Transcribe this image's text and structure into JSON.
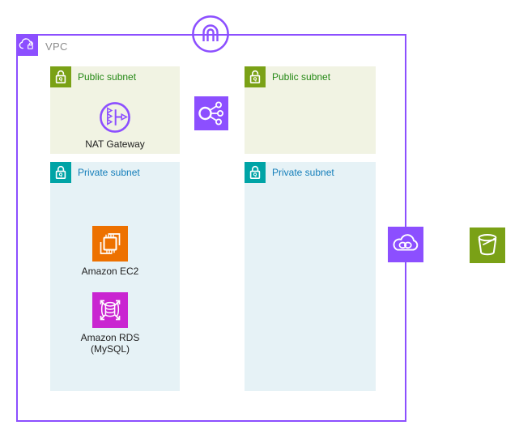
{
  "vpc": {
    "label": "VPC"
  },
  "subnets": [
    {
      "id": "public-left",
      "type": "public",
      "label": "Public subnet"
    },
    {
      "id": "public-right",
      "type": "public",
      "label": "Public subnet"
    },
    {
      "id": "private-left",
      "type": "private",
      "label": "Private subnet"
    },
    {
      "id": "private-right",
      "type": "private",
      "label": "Private subnet"
    }
  ],
  "nodes": {
    "nat_gateway": {
      "label": "NAT Gateway",
      "icon": "nat-gateway-icon"
    },
    "ec2": {
      "label": "Amazon EC2",
      "icon": "ec2-icon"
    },
    "rds": {
      "label_line1": "Amazon RDS",
      "label_line2": "(MySQL)",
      "icon": "rds-icon"
    },
    "internet_gateway": {
      "icon": "internet-gateway-icon"
    },
    "load_balancer": {
      "icon": "elastic-load-balancing-icon"
    },
    "vpc_endpoint": {
      "icon": "vpc-endpoint-icon"
    },
    "s3_bucket": {
      "icon": "s3-bucket-icon"
    }
  },
  "colors": {
    "aws_purple": "#8C4FFF",
    "subnet_public_green": "#7AA116",
    "subnet_public_bg": "#F1F3E3",
    "subnet_public_label": "#248814",
    "subnet_private_teal": "#00A4A6",
    "subnet_private_bg": "#E6F2F6",
    "subnet_private_label": "#147EBA",
    "ec2_orange": "#ED7100",
    "rds_magenta": "#C925D1",
    "s3_green": "#7AA116",
    "vpc_border": "#8C4FFF",
    "vpc_label_gray": "#8C8C8C"
  }
}
